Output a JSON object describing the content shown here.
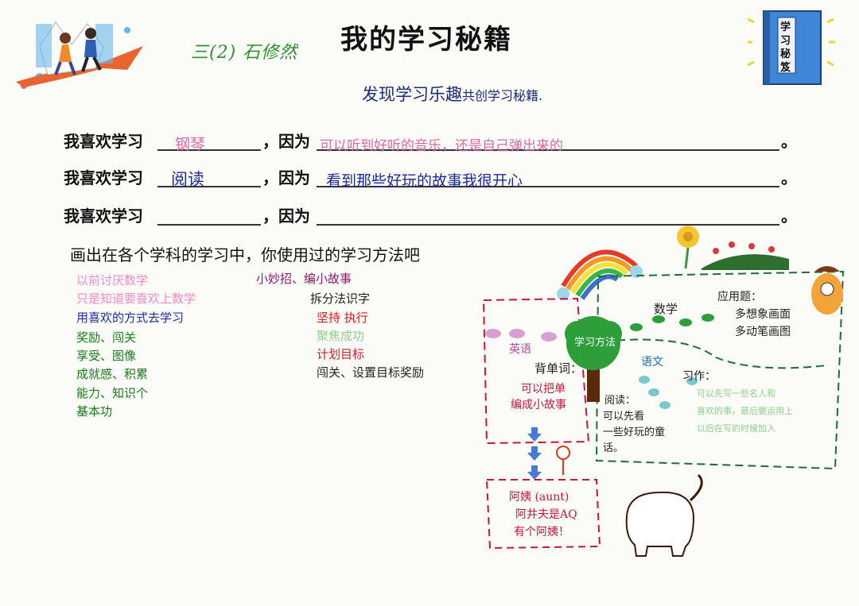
{
  "header": {
    "title": "我的学习秘籍",
    "author": "三(2) 石修然",
    "subtitle_main": "发现学习乐趣",
    "subtitle_tail": "共创学习秘籍.",
    "book_label": "学习秘笈"
  },
  "sentences": {
    "prefix": "我喜欢学习",
    "because": "，因为",
    "period": "。",
    "rows": [
      {
        "subject": "钢琴",
        "reason": "可以听到好听的音乐，还是自己弹出来的",
        "color": "#d96aa8"
      },
      {
        "subject": "阅读",
        "reason": "看到那些好玩的故事我很开心",
        "color": "#1d2a9a"
      },
      {
        "subject": "",
        "reason": "",
        "color": "#111111"
      }
    ]
  },
  "prompt": "画出在各个学科的学习中，你使用过的学习方法吧",
  "left_list": [
    {
      "text": "以前讨厌数学",
      "color": "#f28cc0"
    },
    {
      "text": "只是知道要喜欢上数学",
      "color": "#f28cc0"
    },
    {
      "text": "用喜欢的方式去学习",
      "color": "#1f2fa0"
    },
    {
      "text": "奖励、闯关",
      "color": "#1a7a1a"
    },
    {
      "text": "享受、图像",
      "color": "#1a7a1a"
    },
    {
      "text": "成就感、积累",
      "color": "#1a7a1a"
    },
    {
      "text": "能力、知识个",
      "color": "#1a7a1a"
    },
    {
      "text": "基本功",
      "color": "#1a7a1a"
    }
  ],
  "mid_list": [
    {
      "text": "小妙招、编小故事",
      "color": "#8a1a6a"
    },
    {
      "text": "拆分法识字",
      "color": "#222222"
    },
    {
      "text": "坚持 执行",
      "color": "#d11a1a"
    },
    {
      "text": "聚焦成功",
      "color": "#8fcf8f"
    },
    {
      "text": "计划目标",
      "color": "#c0262a"
    },
    {
      "text": "闯关、设置目标奖励",
      "color": "#222222"
    }
  ],
  "mindmap": {
    "tree_label": "学习方法",
    "english": "英语",
    "words_title": "背单词：",
    "words_body": [
      "可以把单",
      "编成小故事"
    ],
    "math": "数学",
    "apply_title": "应用题：",
    "apply_body": [
      "多想象画面",
      "多动笔画图"
    ],
    "chinese": "语文",
    "writing_title": "习作：",
    "writing_body": [
      "可以先写一些名人和",
      "喜欢的事，最后要运用上",
      "以后在写的时候加入"
    ],
    "reading_title": "阅读：",
    "reading_body": [
      "可以先看",
      "一些好玩的童",
      "话。"
    ],
    "aunt_box": [
      "阿姨 (aunt)",
      "阿井夫是AQ",
      "有个阿姨！"
    ]
  },
  "colors": {
    "pink": "#f28cc0",
    "blue_ink": "#1d2a9a",
    "red_box": "#c2183a",
    "green_dash": "#1f6b3a",
    "tree_green": "#2e9e3a"
  }
}
